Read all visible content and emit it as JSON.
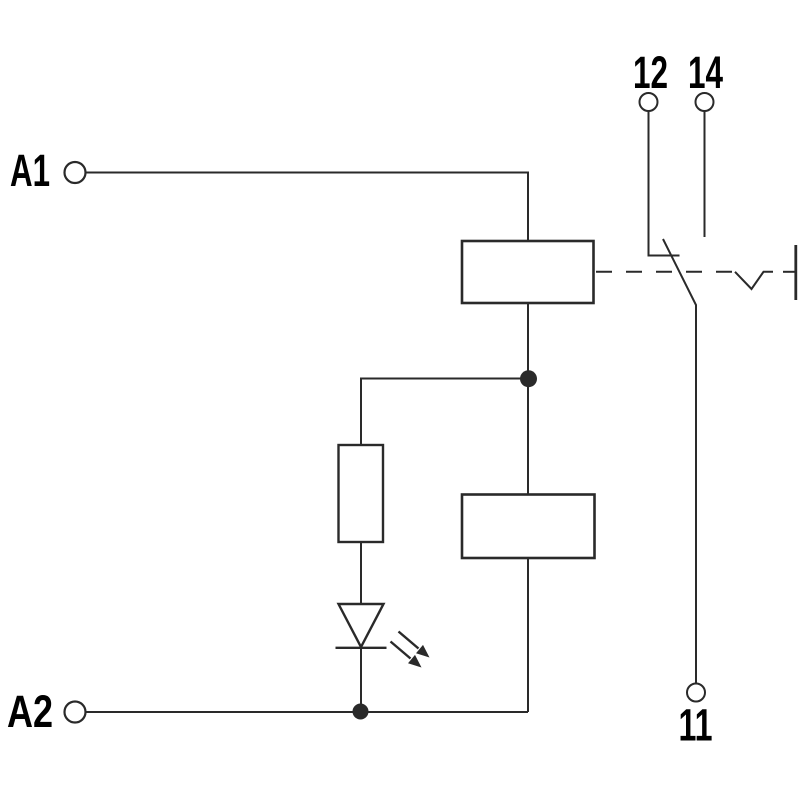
{
  "diagram": {
    "colors": {
      "line": "#2a2a2a",
      "text": "#000000",
      "background": "#ffffff"
    },
    "terminals": {
      "coil_a1": "A1",
      "coil_a2": "A2",
      "contact_nc": "12",
      "contact_no": "14",
      "contact_common": "11"
    }
  }
}
